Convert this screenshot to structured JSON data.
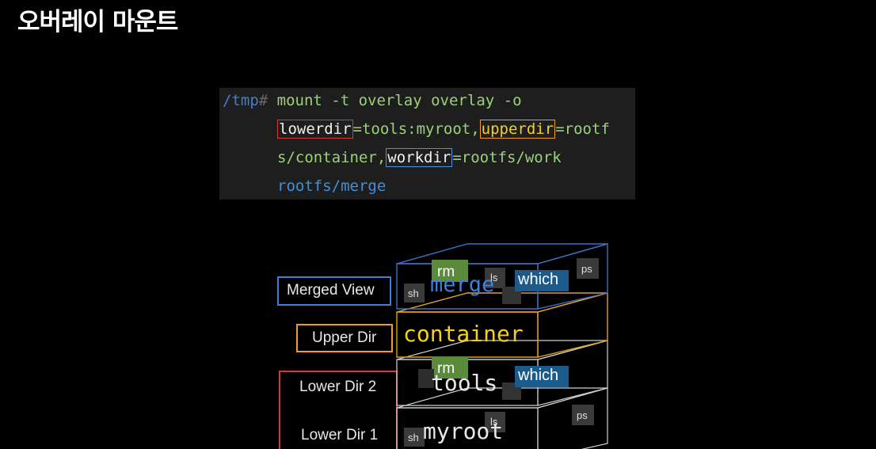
{
  "title": "오버레이 마운트",
  "code": {
    "prompt": "/tmp",
    "prompt_hash": "#",
    "line1_cmd": " mount -t overlay overlay -o",
    "lowerdir_key": "lowerdir",
    "lowerdir_val": "=tools:myroot,",
    "upperdir_key": "upperdir",
    "upperdir_val": "=rootf",
    "line3_start": "s/container,",
    "workdir_key": "workdir",
    "workdir_val": "=rootfs/work",
    "line4": "rootfs/merge"
  },
  "labels": {
    "merged": "Merged View",
    "upper": "Upper Dir",
    "lower2": "Lower Dir 2",
    "lower1": "Lower Dir 1"
  },
  "layers": {
    "merge": "merge",
    "container": "container",
    "tools": "tools",
    "myroot": "myroot"
  },
  "files": {
    "rm": "rm",
    "ls": "ls",
    "which": "which",
    "ps": "ps",
    "sh": "sh"
  },
  "colors": {
    "red": "#d43a3a",
    "orange": "#f09a2a",
    "blue": "#3f7fd0",
    "yellow": "#f5d11d",
    "rm_green": "#5a8a3a",
    "which_blue": "#1b5a8a"
  }
}
